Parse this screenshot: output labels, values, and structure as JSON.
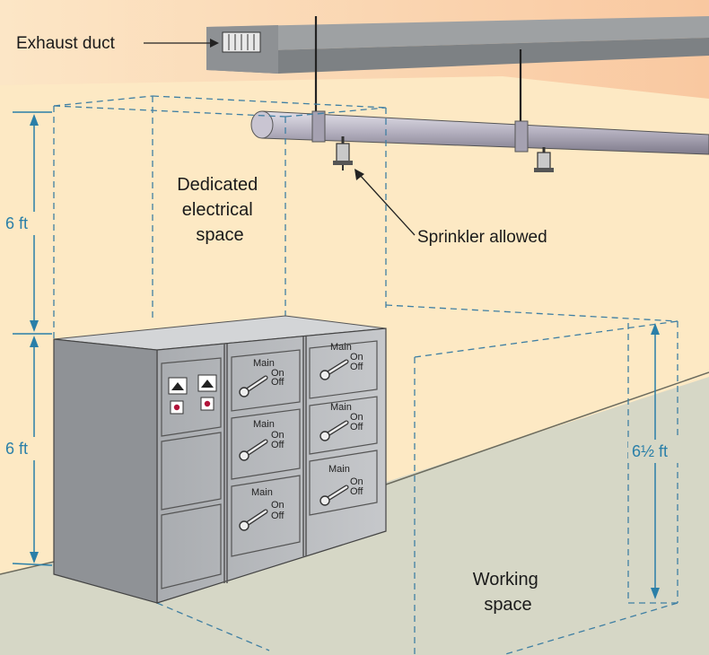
{
  "labels": {
    "exhaust_duct": "Exhaust duct",
    "dedicated_space": [
      "Dedicated",
      "electrical",
      "space"
    ],
    "sprinkler_allowed": "Sprinkler allowed",
    "working_space": [
      "Working",
      "space"
    ],
    "dim_upper": "6 ft",
    "dim_lower": "6 ft",
    "dim_working": "6½ ft"
  },
  "switch_text": {
    "main": "Main",
    "on": "On",
    "off": "Off"
  },
  "colors": {
    "wall": "#fde9c4",
    "ceiling": "#fbd7a8",
    "floor": "#d6d7c6",
    "dimension": "#2a7fa8",
    "panel": "#b9bcbf",
    "pipe": "#b3afbd"
  }
}
